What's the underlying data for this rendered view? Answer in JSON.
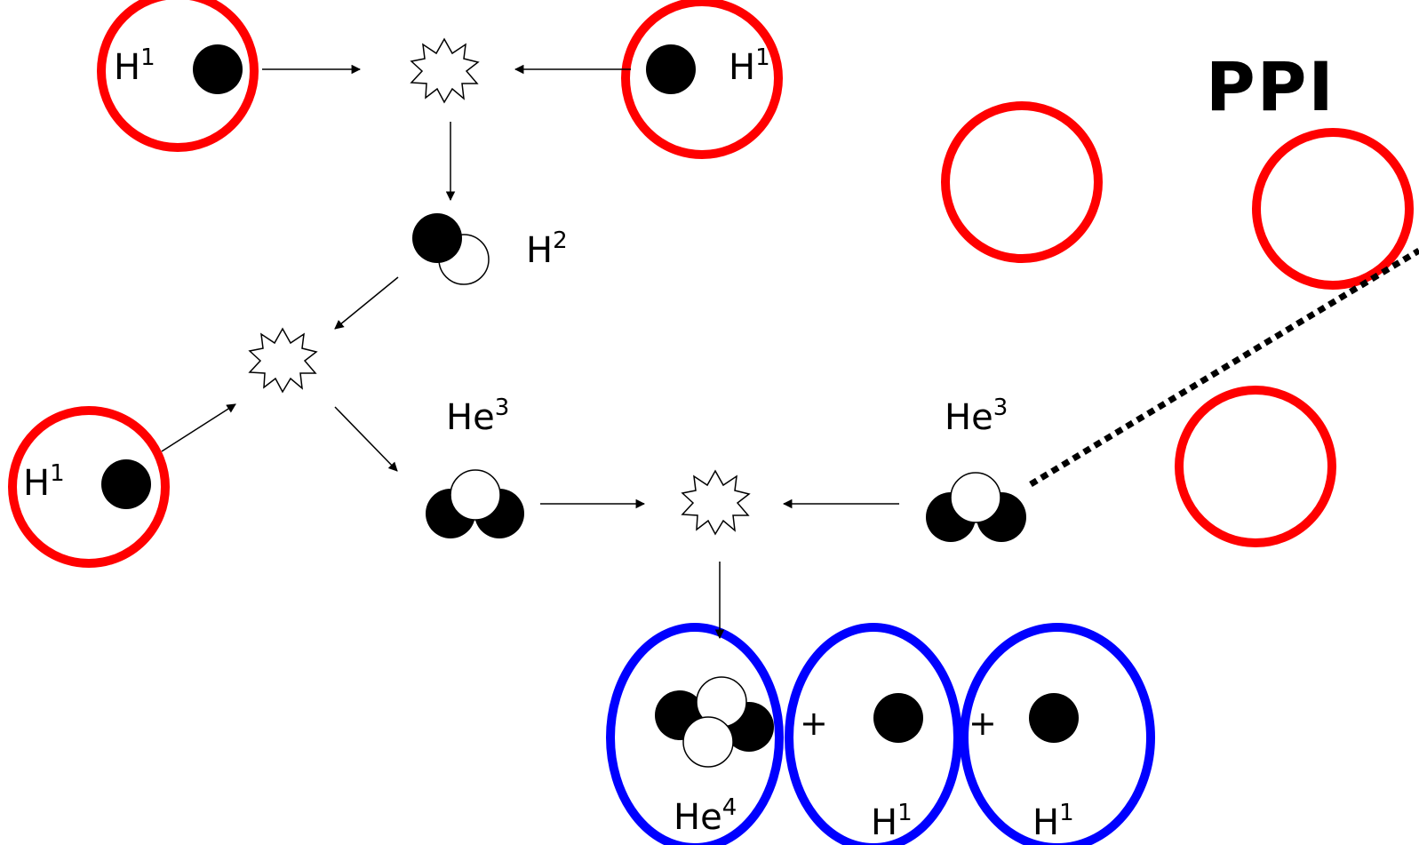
{
  "title": "PPI",
  "labels": {
    "h1_top_left": {
      "base": "H",
      "sup": "1"
    },
    "h1_top_right": {
      "base": "H",
      "sup": "1"
    },
    "h2": {
      "base": "H",
      "sup": "2"
    },
    "h1_left": {
      "base": "H",
      "sup": "1"
    },
    "he3_left": {
      "base": "He",
      "sup": "3"
    },
    "he3_right": {
      "base": "He",
      "sup": "3"
    },
    "he4": {
      "base": "He",
      "sup": "4"
    },
    "h1_bottom_1": {
      "base": "H",
      "sup": "1"
    },
    "h1_bottom_2": {
      "base": "H",
      "sup": "1"
    }
  },
  "plus_signs": [
    "+",
    "+"
  ],
  "colors": {
    "input_ring": "#ff0000",
    "output_ring": "#0000ff",
    "proton": "#000000",
    "neutron": "#ffffff"
  }
}
